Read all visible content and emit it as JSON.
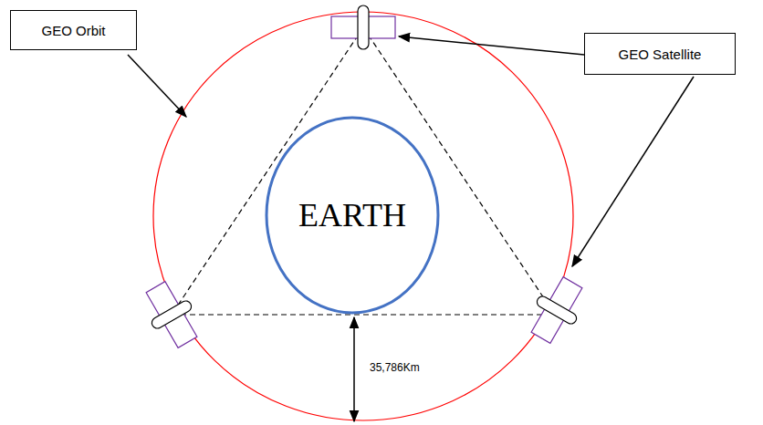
{
  "diagram": {
    "nodes": [
      {
        "text": [
          "GEO Orbit"
        ]
      },
      {
        "text": [
          "GEO Satellite"
        ]
      },
      {
        "text": [
          "EARTH"
        ]
      }
    ],
    "labels": [
      "35,786Km"
    ]
  }
}
